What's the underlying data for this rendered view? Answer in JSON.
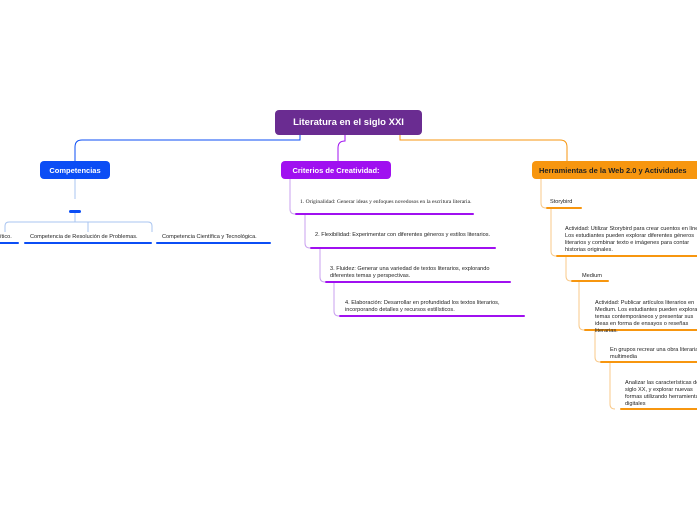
{
  "root": {
    "title": "Literatura en el siglo XXI"
  },
  "colors": {
    "root": "#6a2c91",
    "blue": "#0b4df5",
    "purple": "#a010f0",
    "orange": "#f7960f"
  },
  "competencias": {
    "title": "Competencias",
    "items": [
      "ítico.",
      "Competencia de Resolución de Problemas.",
      "Competencia Científica y Tecnológica."
    ]
  },
  "criterios": {
    "title": "Criterios de Creatividad:",
    "items": [
      "1. Originalidad: Generar ideas y enfoques novedosos en la escritura literaria.",
      "2. Flexibilidad: Experimentar con diferentes géneros y estilos literarios.",
      "3. Fluidez: Generar una variedad de textos literarios, explorando diferentes temas y perspectivas.",
      "4. Elaboración: Desarrollar en profundidad los textos literarios, incorporando detalles y recursos estilísticos."
    ]
  },
  "herramientas": {
    "title": "Herramientas de la Web 2.0 y Actividades",
    "items": [
      "Storybird",
      "Actividad: Utilizar Storybird para crear cuentos en línea. Los estudiantes pueden explorar diferentes géneros literarios y combinar texto e imágenes para contar historias originales.",
      "Medium",
      "Actividad: Publicar artículos literarios en Medium. Los estudiantes pueden explorar temas contemporáneos y presentar sus ideas en forma de ensayos o reseñas literarias.",
      "En grupos recrear una obra literaria multimedia",
      "Analizar las características del siglo XX, y explorar nuevas formas utilizando herramientas digitales"
    ]
  }
}
